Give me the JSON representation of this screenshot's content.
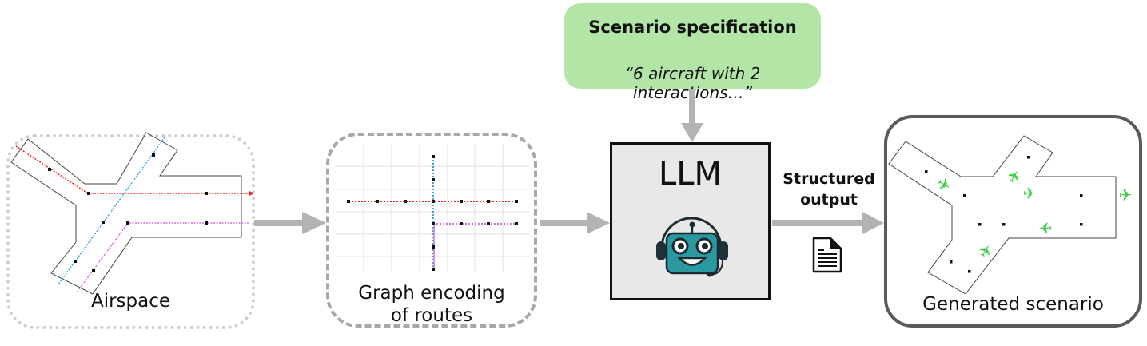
{
  "diagram": {
    "airspace": {
      "label": "Airspace"
    },
    "graph_encoding": {
      "label_line1": "Graph encoding",
      "label_line2": "of routes"
    },
    "scenario_spec": {
      "title": "Scenario specification",
      "quote": "“6 aircraft with 2 interactions…”",
      "fill_color": "#b3e6a6"
    },
    "llm": {
      "label": "LLM",
      "icon": "robot-headset-icon"
    },
    "structured_output": {
      "label_line1": "Structured",
      "label_line2": "output",
      "icon": "document-icon"
    },
    "generated": {
      "label": "Generated scenario",
      "aircraft_count": 6,
      "aircraft_color": "#3ecf4a"
    },
    "route_colors": {
      "route_a": "#e8262a",
      "route_b": "#3fa7e0",
      "route_c": "#d96fd6"
    },
    "arrow_color": "#b3b3b3"
  }
}
